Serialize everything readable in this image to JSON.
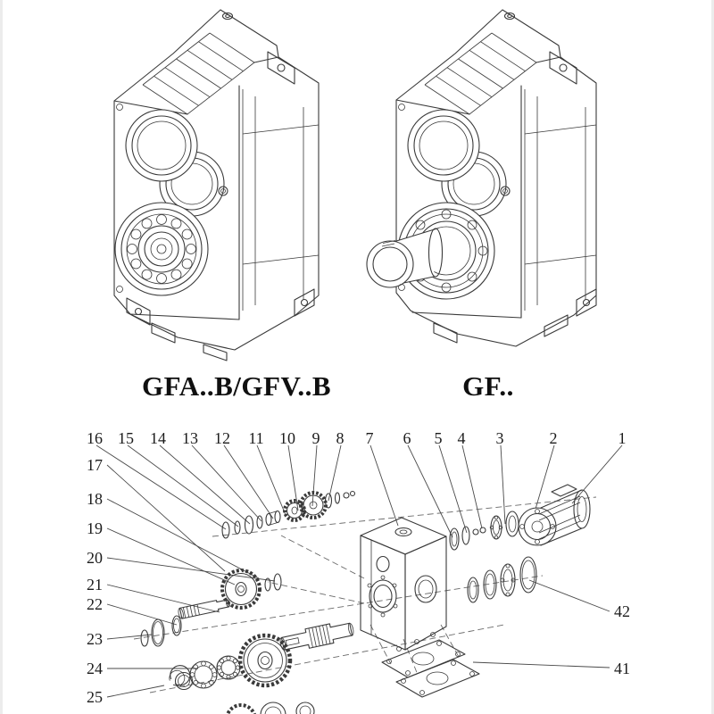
{
  "colors": {
    "line": "#3a3a3a",
    "leader": "#4a4a4a",
    "text": "#1c1c1c",
    "background": "#ffffff"
  },
  "figures": {
    "left": {
      "caption": "GFA..B/GFV..B"
    },
    "right": {
      "caption": "GF.."
    }
  },
  "exploded_view": {
    "top_labels": [
      "16",
      "15",
      "14",
      "13",
      "12",
      "11",
      "10",
      "9",
      "8",
      "7",
      "6",
      "5",
      "4",
      "3",
      "2",
      "1"
    ],
    "left_labels": [
      "17",
      "18",
      "19",
      "20",
      "21",
      "22",
      "23",
      "24",
      "25"
    ],
    "right_labels": [
      "42",
      "41"
    ]
  }
}
